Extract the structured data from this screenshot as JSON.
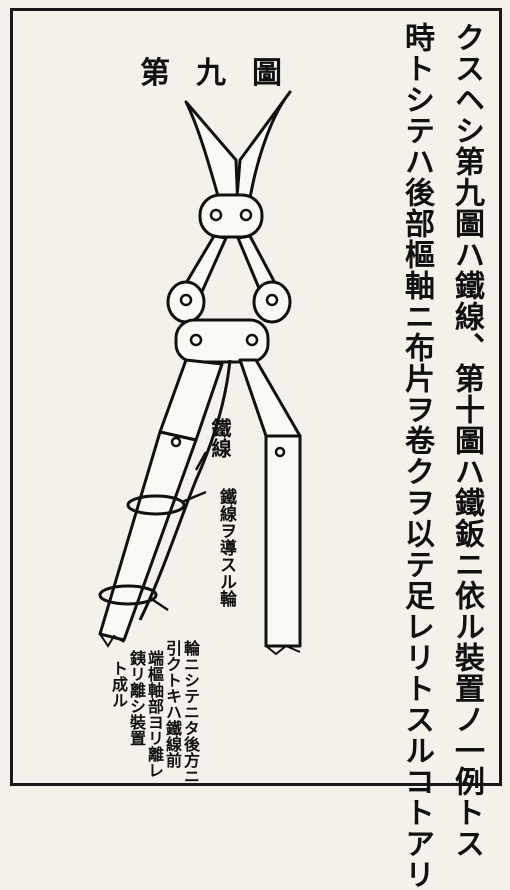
{
  "figure": {
    "title": "第九圖"
  },
  "text": {
    "column_1": "クスヘシ第九圖ハ鐵線、第十圖ハ鐵鈑ニ依ル裝置ノ一例トス",
    "column_2": "時トシテハ後部樞軸ニ布片ヲ卷クヲ以テ足レリトスルコトアリ"
  },
  "labels": {
    "wire": "鐵線",
    "ring": "鐵線ヲ導スル輪",
    "note_lines": [
      "輪ニシテニタ後方ニ",
      "引クトキハ鐵線前",
      "端樞軸部ヨリ離レ",
      "銕リ離シ裝置",
      "ト成ル"
    ]
  }
}
